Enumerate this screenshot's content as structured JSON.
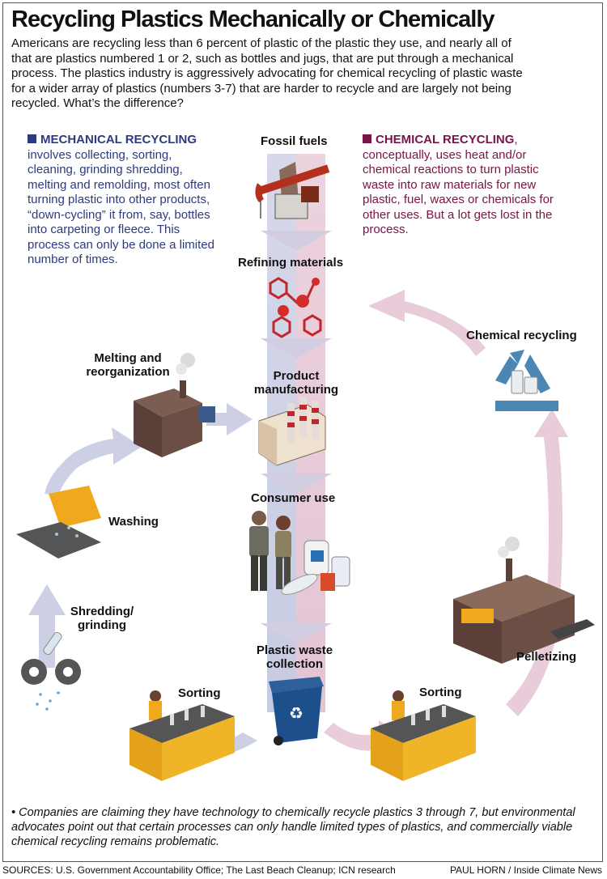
{
  "title": "Recycling Plastics Mechanically or Chemically",
  "intro": "Americans are recycling less than 6 percent of plastic of the plastic they use, and nearly all of that are plastics numbered 1 or 2, such as bottles and jugs, that are put through a mechanical process. The plastics industry is aggressively advocating for chemical recycling of plastic waste for a wider array of plastics (numbers 3-7) that are harder to recycle and are largely not being recycled. What’s the difference?",
  "mechanical": {
    "heading": "MECHANICAL RECYCLING",
    "text": "involves collecting, sorting, cleaning, grinding shredding, melting and remolding, most often turning plastic into other products, “down-cycling” it from, say, bottles into carpeting or fleece. This process can only be done a limited number of times.",
    "color": "#2e3a80"
  },
  "chemical": {
    "heading": "CHEMICAL RECYCLING",
    "heading_suffix": ",",
    "text": "conceptually, uses heat and/or chemical reactions to turn plastic waste into raw materials for new plastic, fuel, waxes or chemicals for other uses. But a lot gets lost in the process.",
    "color": "#7a1447"
  },
  "stages": {
    "fossil_fuels": "Fossil fuels",
    "refining": "Refining materials",
    "manufacturing_1": "Product",
    "manufacturing_2": "manufacturing",
    "consumer_use": "Consumer use",
    "collection_1": "Plastic waste",
    "collection_2": "collection",
    "sorting_left": "Sorting",
    "sorting_right": "Sorting",
    "shredding_1": "Shredding/",
    "shredding_2": "grinding",
    "washing": "Washing",
    "melting_1": "Melting and",
    "melting_2": "reorganization",
    "chemical_recycling": "Chemical recycling",
    "pelletizing": "Pelletizing"
  },
  "note": "• Companies are claiming they have technology to chemically recycle plastics 3 through 7, but environmental advocates point out that certain processes can only handle limited types of plastics, and commercially viable chemical recycling remains problematic.",
  "sources": "SOURCES: U.S. Government Accountability Office; The Last Beach Cleanup; ICN research",
  "credit": "PAUL HORN / Inside Climate News",
  "colors": {
    "mechanical_arrow": "#cdd0e4",
    "chemical_arrow": "#e8ccd9",
    "recycle_symbol": "#4a87b5",
    "bin": "#1d4f8c",
    "conveyor": "#f0a81e"
  }
}
